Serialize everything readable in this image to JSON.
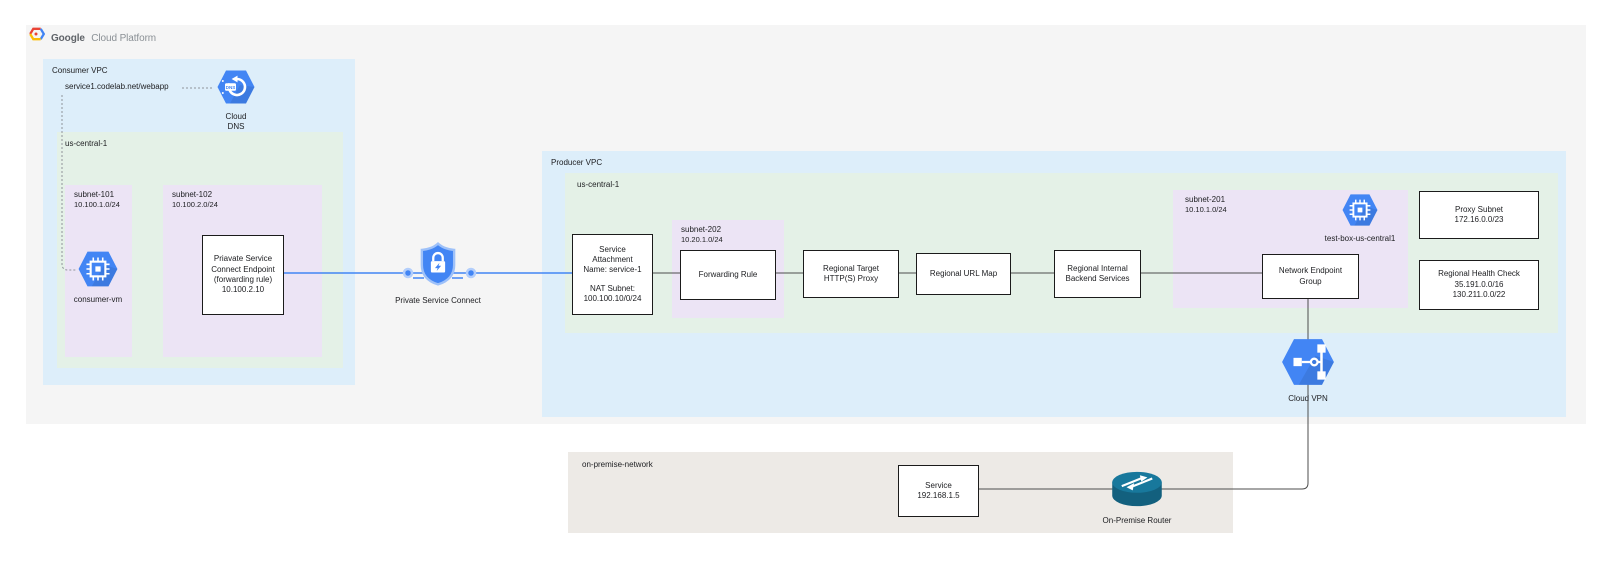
{
  "header": {
    "brand_bold": "Google",
    "brand_light": "Cloud Platform"
  },
  "consumer": {
    "title": "Consumer VPC",
    "dns_record": "service1.codelab.net/webapp",
    "dns_icon_label_1": "Cloud",
    "dns_icon_label_2": "DNS",
    "dns_icon_glyph": "DNS",
    "region_label": "us-central-1",
    "subnet101_name": "subnet-101",
    "subnet101_cidr": "10.100.1.0/24",
    "vm_label": "consumer-vm",
    "subnet102_name": "subnet-102",
    "subnet102_cidr": "10.100.2.0/24",
    "endpoint_line1": "Priavate Service",
    "endpoint_line2": "Connect Endpoint",
    "endpoint_line3": "(forwarding rule)",
    "endpoint_line4": "10.100.2.10"
  },
  "psc": {
    "label": "Private Service Connect"
  },
  "producer": {
    "title": "Producer VPC",
    "region_label": "us-central-1",
    "sa_line1": "Service",
    "sa_line2": "Attachment",
    "sa_line3": "Name: service-1",
    "sa_line4": "NAT Subnet:",
    "sa_line5": "100.100.10/0/24",
    "subnet202_name": "subnet-202",
    "subnet202_cidr": "10.20.1.0/24",
    "forwarding_rule": "Forwarding Rule",
    "proxy_line1": "Regional Target",
    "proxy_line2": "HTTP(S) Proxy",
    "url_map": "Regional URL Map",
    "backend_line1": "Regional Internal",
    "backend_line2": "Backend Services",
    "subnet201_name": "subnet-201",
    "subnet201_cidr": "10.10.1.0/24",
    "testbox_label": "test-box-us-central1",
    "neg_line1": "Network Endpoint",
    "neg_line2": "Group",
    "proxy_subnet_line1": "Proxy Subnet",
    "proxy_subnet_line2": "172.16.0.0/23",
    "health_line1": "Regional Health Check",
    "health_line2": "35.191.0.0/16",
    "health_line3": "130.211.0.0/22",
    "vpn_label": "Cloud VPN"
  },
  "onprem": {
    "title": "on-premise-network",
    "service_line1": "Service",
    "service_line2": "192.168.1.5",
    "router_label": "On-Premise Router"
  },
  "colors": {
    "panel_gray": "#f5f5f5",
    "vpc_blue": "#ddeefa",
    "region_green": "#e4f1e7",
    "subnet_purple": "#ece4f5",
    "onprem_beige": "#edeae6",
    "google_blue": "#4285f4",
    "connector_gray": "#4d4d4d",
    "dotted_gray": "#8f9499",
    "router_teal": "#18789c"
  }
}
